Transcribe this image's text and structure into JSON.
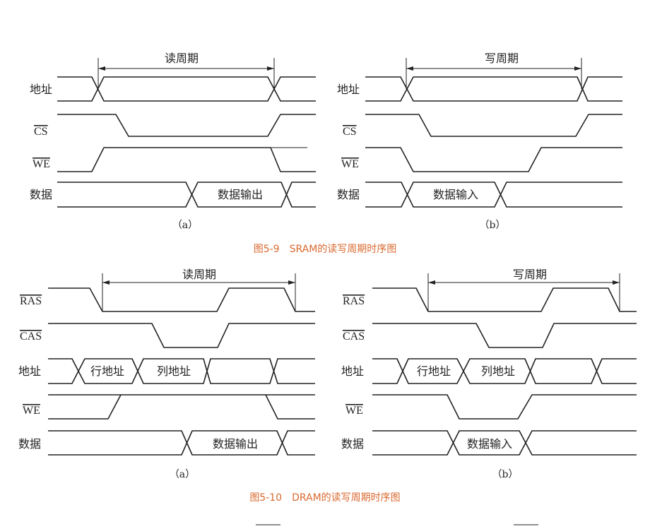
{
  "figures": [
    {
      "caption": "图5-9　SRAM的读写周期时序图",
      "panels": [
        {
          "sublabel": "（a）",
          "period_label": "读周期",
          "signals": {
            "addr": "地址",
            "cs": "CS",
            "we": "WE",
            "data": "数据"
          },
          "data_label": "数据输出"
        },
        {
          "sublabel": "（b）",
          "period_label": "写周期",
          "signals": {
            "addr": "地址",
            "cs": "CS",
            "we": "WE",
            "data": "数据"
          },
          "data_label": "数据输入"
        }
      ]
    },
    {
      "caption": "图5-10　DRAM的读写周期时序图",
      "panels": [
        {
          "sublabel": "（a）",
          "period_label": "读周期",
          "signals": {
            "ras": "RAS",
            "cas": "CAS",
            "addr": "地址",
            "we": "WE",
            "data": "数据"
          },
          "row_addr": "行地址",
          "col_addr": "列地址",
          "data_label": "数据输出"
        },
        {
          "sublabel": "（b）",
          "period_label": "写周期",
          "signals": {
            "ras": "RAS",
            "cas": "CAS",
            "addr": "地址",
            "we": "WE",
            "data": "数据"
          },
          "row_addr": "行地址",
          "col_addr": "列地址",
          "data_label": "数据输入"
        }
      ]
    }
  ],
  "colors": {
    "caption": "#d9692f",
    "line": "#222222"
  }
}
